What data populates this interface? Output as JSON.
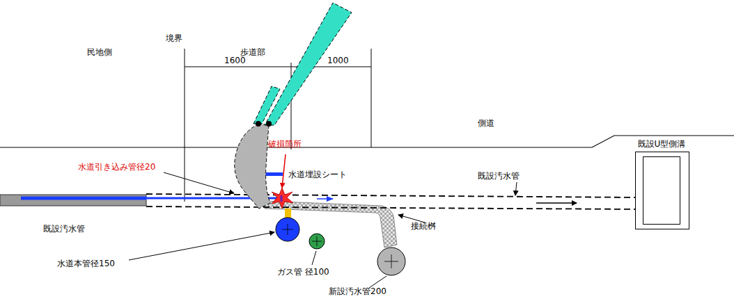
{
  "diagram": {
    "nodes": [
      {
        "text": [
          "既設U型側溝"
        ]
      }
    ],
    "labels": [
      "民地側",
      "境界",
      "1600",
      "歩道部",
      "1000",
      "側道",
      "破損箇所",
      "水道引き込み管径20",
      "水道埋設シート",
      "既設汚水管",
      "既設汚水管",
      "水道本管径150",
      "ガス管 径100",
      "接続桝",
      "新設汚水管200"
    ]
  }
}
